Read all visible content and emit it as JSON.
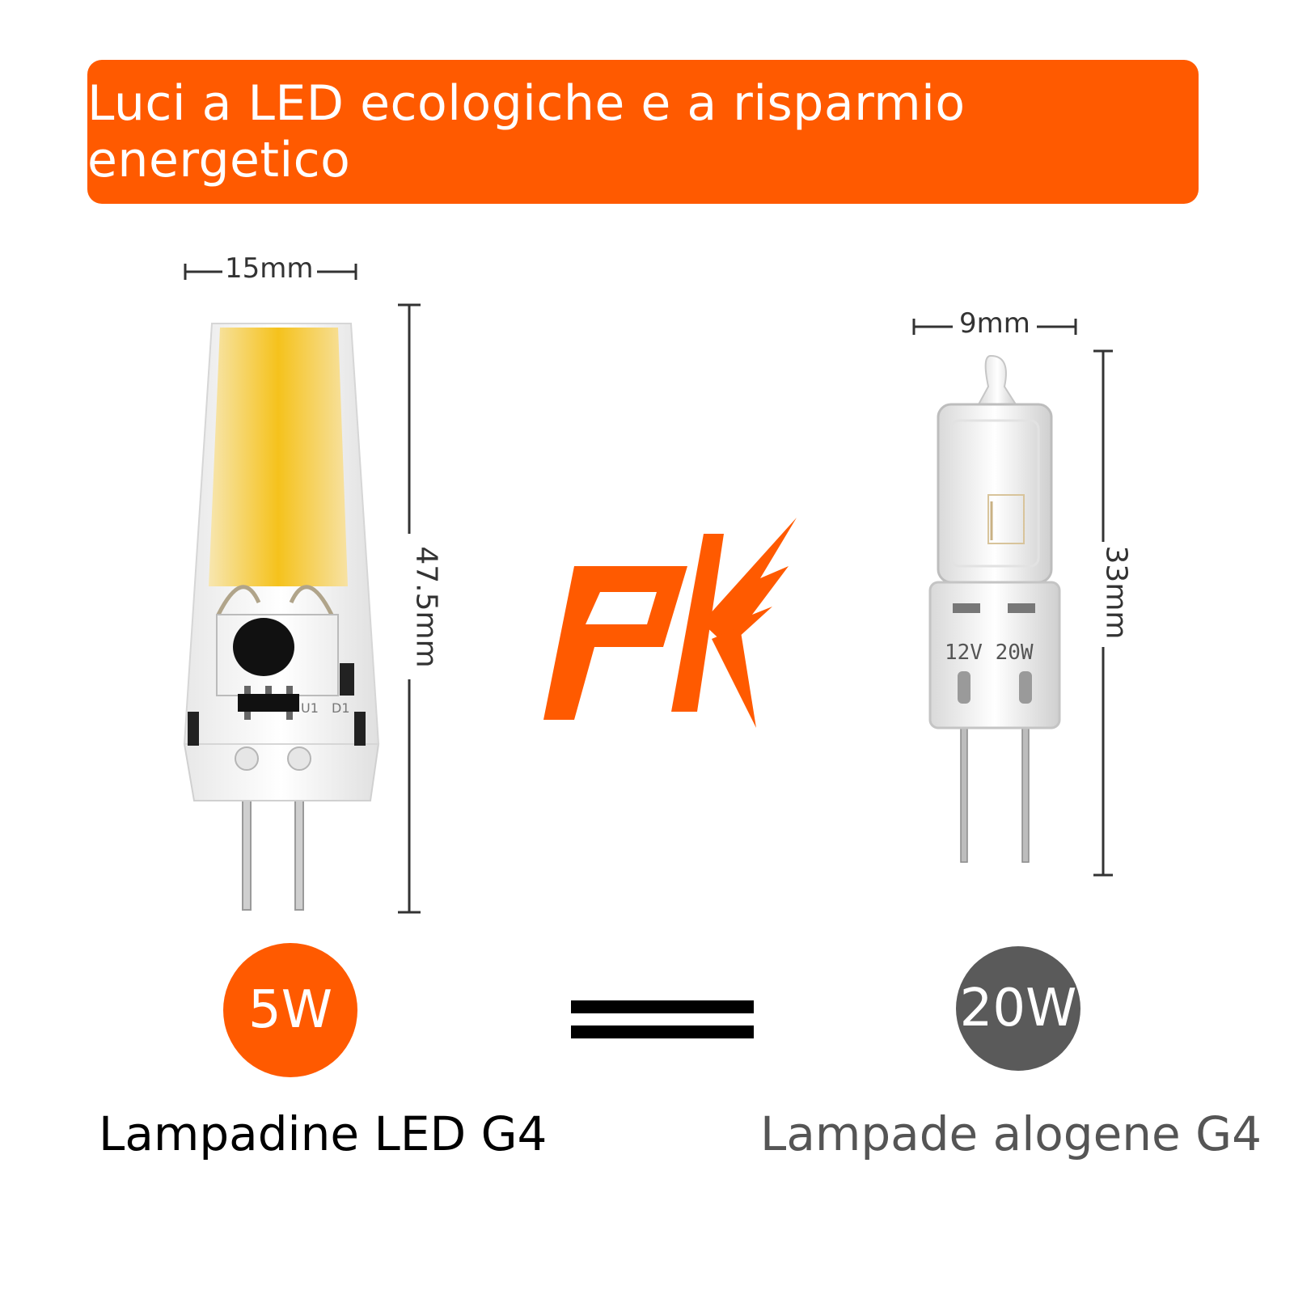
{
  "banner": {
    "text": "Luci a LED ecologiche e a risparmio energetico"
  },
  "led_bulb": {
    "width_label": "15mm",
    "height_label": "47.5mm",
    "power": "5W",
    "name": "Lampadine LED G4",
    "pcb_labels": [
      "U1",
      "D1"
    ]
  },
  "halogen_bulb": {
    "width_label": "9mm",
    "height_label": "33mm",
    "power": "20W",
    "print": "12V 20W",
    "name": "Lampade alogene G4"
  },
  "logo": {
    "name": "PK"
  },
  "colors": {
    "accent": "#ff5a00",
    "gray_circle": "#5a5a5a",
    "gray_text": "#555555",
    "black": "#000000"
  }
}
